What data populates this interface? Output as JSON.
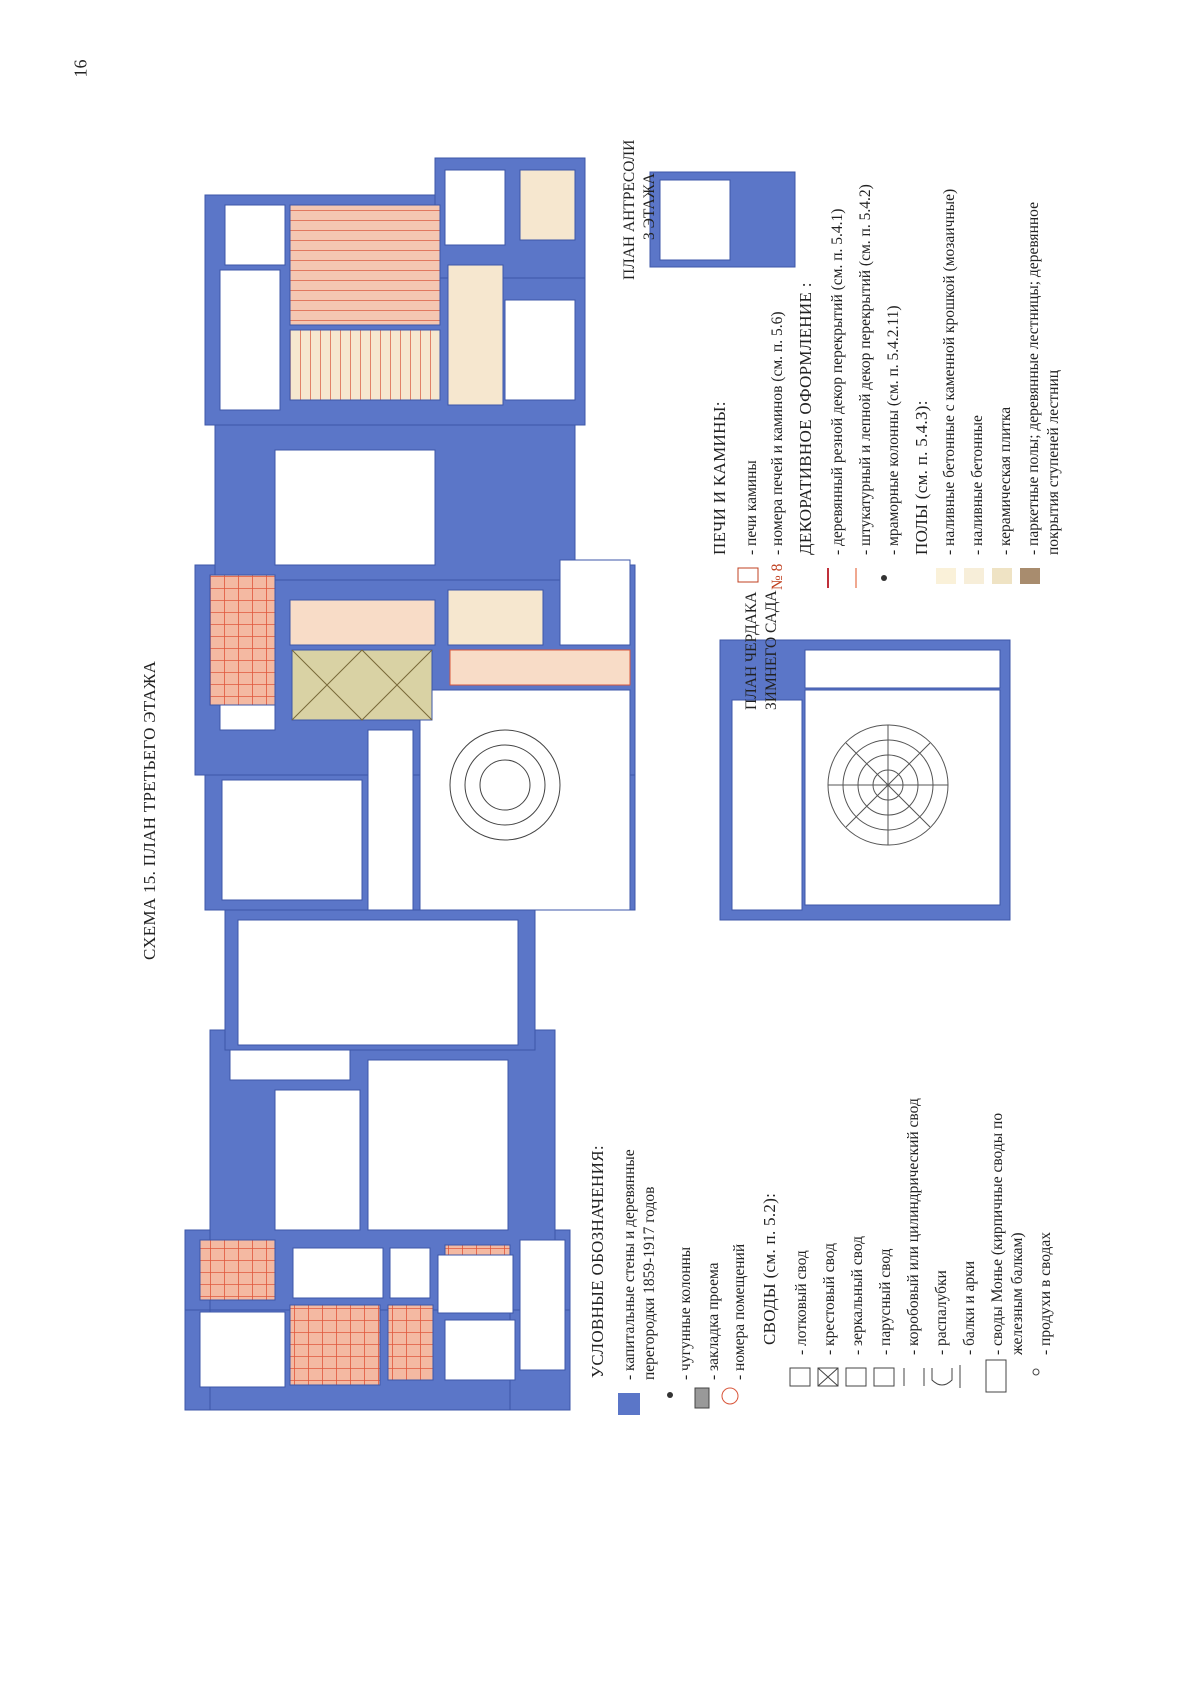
{
  "page_number": "16",
  "title": "СХЕМА 15. ПЛАН ТРЕТЬЕГО ЭТАЖА",
  "inset_titles": {
    "mezzanine": [
      "ПЛАН АНТРЕСОЛИ",
      "3 ЭТАЖА"
    ],
    "winter_garden": [
      "ПЛАН ЧЕРДАКА",
      "ЗИМНЕГО САДА"
    ]
  },
  "colors": {
    "wall": "#5b76c8",
    "wall_dark": "#3c57a8",
    "vault_pink": "#f4b9a2",
    "vault_grid": "#e0573c",
    "floor_beige": "#f6e7cf",
    "floor_olive": "#d9d2a4",
    "floor_brown": "#a88c6e",
    "room_white": "#ffffff"
  },
  "legend_left": {
    "header": "УСЛОВНЫЕ ОБОЗНАЧЕНИЯ:",
    "walls": [
      "- капитальные стены и деревянные",
      "перегородки 1859-1917 годов"
    ],
    "items": [
      {
        "icon": "dot-icon",
        "label": "- чугунные колонны"
      },
      {
        "icon": "gray-square-icon",
        "label": "- закладка проема"
      },
      {
        "icon": "room-number-icon",
        "label": "- номера помещений"
      }
    ],
    "vaults_header": "СВОДЫ (см. п. 5.2):",
    "vaults": [
      {
        "icon": "trough-vault-icon",
        "label": "- лотковый свод"
      },
      {
        "icon": "cross-vault-icon",
        "label": "- крестовый свод"
      },
      {
        "icon": "mirror-vault-icon",
        "label": "- зеркальный свод"
      },
      {
        "icon": "sail-vault-icon",
        "label": "- парусный свод"
      },
      {
        "icon": "barrel-vault-icon",
        "label": "- коробовый или цилиндрический свод"
      },
      {
        "icon": "lunette-icon",
        "label": "- распалубки"
      },
      {
        "icon": "beam-icon",
        "label": "- балки и арки"
      },
      {
        "icon": "monier-vault-icon",
        "label": "- своды Монье (кирпичные своды по"
      },
      {
        "icon": "",
        "label": "железным балкам)"
      },
      {
        "icon": "vent-icon",
        "label": "- продухи в сводах"
      }
    ]
  },
  "legend_right": {
    "stoves_header": "ПЕЧИ И КАМИНЫ:",
    "stoves": [
      {
        "icon": "stove-icon",
        "label": "- печи камины"
      },
      {
        "icon": "stove-number-icon",
        "label": "- номера печей и каминов (см. п. 5.6)"
      }
    ],
    "stove_number_sample": "№ 8",
    "decor_header": "ДЕКОРАТИВНОЕ ОФОРМЛЕНИЕ :",
    "decor": [
      {
        "icon": "wood-line-icon",
        "label": "- деревянный резной декор перекрытий (см. п. 5.4.1)"
      },
      {
        "icon": "stucco-line-icon",
        "label": "- штукатурный и лепной декор перекрытий (см. п. 5.4.2)"
      },
      {
        "icon": "marble-column-icon",
        "label": "- мраморные колонны (см. п. 5.4.2.11)"
      }
    ],
    "floors_header": "ПОЛЫ (см. п. 5.4.3):",
    "floors": [
      {
        "icon": "mosaic-floor-icon",
        "label": "- наливные бетонные с каменной крошкой (мозаичные)"
      },
      {
        "icon": "concrete-floor-icon",
        "label": "- наливные бетонные"
      },
      {
        "icon": "ceramic-floor-icon",
        "label": "- керамическая плитка"
      },
      {
        "icon": "parquet-floor-icon",
        "label": "- паркетные полы; деревянные лестницы; деревянное"
      },
      {
        "icon": "",
        "label": "покрытия ступеней лестниц"
      }
    ]
  }
}
